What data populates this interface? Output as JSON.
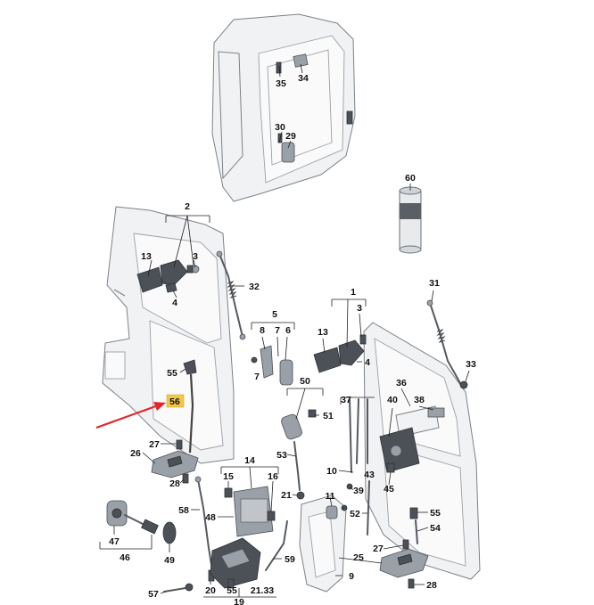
{
  "parts": [
    {
      "key": "p35",
      "label": "35"
    },
    {
      "key": "p34",
      "label": "34"
    },
    {
      "key": "p30",
      "label": "30"
    },
    {
      "key": "p29",
      "label": "29"
    },
    {
      "key": "p60",
      "label": "60"
    },
    {
      "key": "p2",
      "label": "2"
    },
    {
      "key": "p13a",
      "label": "13"
    },
    {
      "key": "p3a",
      "label": "3"
    },
    {
      "key": "p4a",
      "label": "4"
    },
    {
      "key": "p32",
      "label": "32"
    },
    {
      "key": "p5",
      "label": "5"
    },
    {
      "key": "p8",
      "label": "8"
    },
    {
      "key": "p7a",
      "label": "7"
    },
    {
      "key": "p6",
      "label": "6"
    },
    {
      "key": "p7b",
      "label": "7"
    },
    {
      "key": "p1",
      "label": "1"
    },
    {
      "key": "p3b",
      "label": "3"
    },
    {
      "key": "p13b",
      "label": "13"
    },
    {
      "key": "p4b",
      "label": "4"
    },
    {
      "key": "p31",
      "label": "31"
    },
    {
      "key": "p33",
      "label": "33"
    },
    {
      "key": "p55a",
      "label": "55"
    },
    {
      "key": "p56",
      "label": "56"
    },
    {
      "key": "p50",
      "label": "50"
    },
    {
      "key": "p51",
      "label": "51"
    },
    {
      "key": "p36",
      "label": "36"
    },
    {
      "key": "p37",
      "label": "37"
    },
    {
      "key": "p40",
      "label": "40"
    },
    {
      "key": "p38",
      "label": "38"
    },
    {
      "key": "p27a",
      "label": "27"
    },
    {
      "key": "p26",
      "label": "26"
    },
    {
      "key": "p28a",
      "label": "28"
    },
    {
      "key": "p53",
      "label": "53"
    },
    {
      "key": "p14",
      "label": "14"
    },
    {
      "key": "p15",
      "label": "15"
    },
    {
      "key": "p16",
      "label": "16"
    },
    {
      "key": "p10",
      "label": "10"
    },
    {
      "key": "p39",
      "label": "39"
    },
    {
      "key": "p43",
      "label": "43"
    },
    {
      "key": "p45",
      "label": "45"
    },
    {
      "key": "p21",
      "label": "21"
    },
    {
      "key": "p11",
      "label": "11"
    },
    {
      "key": "p58",
      "label": "58"
    },
    {
      "key": "p48",
      "label": "48"
    },
    {
      "key": "p52",
      "label": "52"
    },
    {
      "key": "p55b",
      "label": "55"
    },
    {
      "key": "p54",
      "label": "54"
    },
    {
      "key": "p47",
      "label": "47"
    },
    {
      "key": "p46",
      "label": "46"
    },
    {
      "key": "p49",
      "label": "49"
    },
    {
      "key": "p59",
      "label": "59"
    },
    {
      "key": "p27b",
      "label": "27"
    },
    {
      "key": "p25",
      "label": "25"
    },
    {
      "key": "p9",
      "label": "9"
    },
    {
      "key": "p28b",
      "label": "28"
    },
    {
      "key": "p57",
      "label": "57"
    },
    {
      "key": "p20",
      "label": "20"
    },
    {
      "key": "p55c",
      "label": "55"
    },
    {
      "key": "p2133",
      "label": "21.33"
    },
    {
      "key": "p19",
      "label": "19"
    }
  ],
  "highlight": {
    "part": "56",
    "color": "#f2c84b",
    "arrow_color": "#e0262b"
  }
}
